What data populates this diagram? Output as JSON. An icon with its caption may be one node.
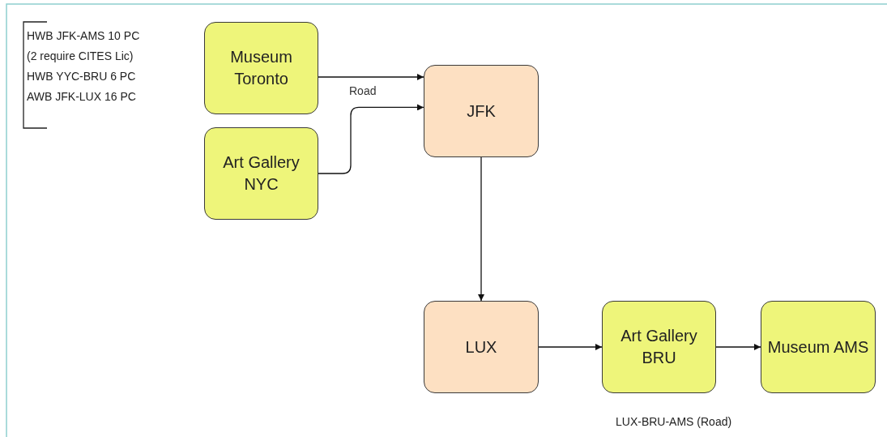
{
  "diagram": {
    "nodes": [
      {
        "text": [
          "Museum Toronto"
        ]
      },
      {
        "text": [
          "JFK"
        ]
      },
      {
        "text": [
          "Art Gallery NYC"
        ]
      },
      {
        "text": [
          "LUX"
        ]
      },
      {
        "text": [
          "Art Gallery BRU"
        ]
      },
      {
        "text": [
          "Museum AMS"
        ]
      }
    ],
    "edges": [
      {
        "from": 0,
        "to": 1,
        "arrow": "to"
      },
      {
        "from": 2,
        "to": 1,
        "arrow": "to",
        "label": "Road"
      },
      {
        "from": 1,
        "to": 3,
        "arrow": "to"
      },
      {
        "from": 3,
        "to": 4,
        "arrow": "to"
      },
      {
        "from": 4,
        "to": 5,
        "arrow": "to"
      }
    ],
    "labels": [
      "HWB JFK-AMS 10 PC",
      "(2 require CITES Lic)",
      "HWB YYC-BRU 6 PC",
      "AWB JFK-LUX 16 PC",
      "LUX-BRU-AMS (Road)"
    ]
  }
}
